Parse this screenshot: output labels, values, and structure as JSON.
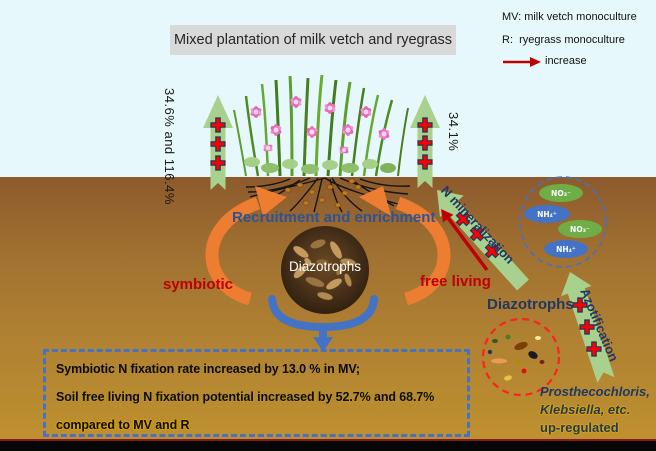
{
  "title": "Mixed plantation of milk vetch and ryegrass",
  "legend": {
    "mv": "MV: milk vetch monoculture",
    "r": "R:  ryegrass monoculture",
    "increase": "increase"
  },
  "arrows": {
    "left_increase_label": "34.6% and 116.4%",
    "right_increase_label": "34.1%",
    "n_mineralization_label": "N mineralization",
    "azotification_label": "Azotification"
  },
  "soil_scene": {
    "recruitment_label": "Recruitment and enrichment",
    "diazotrophs_center_label": "Diazotrophs",
    "symbiotic_label": "symbiotic",
    "free_living_label": "free living",
    "diazotrophs_right_label": "Diazotrophs"
  },
  "ions": [
    "NO₃⁻",
    "NH₄⁺",
    "NO₃⁻",
    "NH₄⁺"
  ],
  "result_box": {
    "line1": "Symbiotic N fixation rate increased by 13.0 % in MV;",
    "line2": "Soil free living N fixation potential increased by 52.7% and 68.7%",
    "line3": "compared to MV and R"
  },
  "taxa": {
    "line1": "Prosthecochloris,",
    "line2": "Klebsiella, etc.",
    "line3": "up-regulated"
  },
  "colors": {
    "sky": "#e7f8fc",
    "soil_top": "#8d5a2c",
    "soil_bottom": "#c0922f",
    "arrow_green": "#a9d18e",
    "increase_red": "#c00000",
    "plus_red": "#ff0000",
    "navy_text": "#1f3864",
    "orange_arrow": "#ed7d31",
    "blue_accent": "#4472c4",
    "no3_green": "#6fad47",
    "nh4_blue": "#4472c4",
    "title_bg": "#d9d9d9"
  }
}
